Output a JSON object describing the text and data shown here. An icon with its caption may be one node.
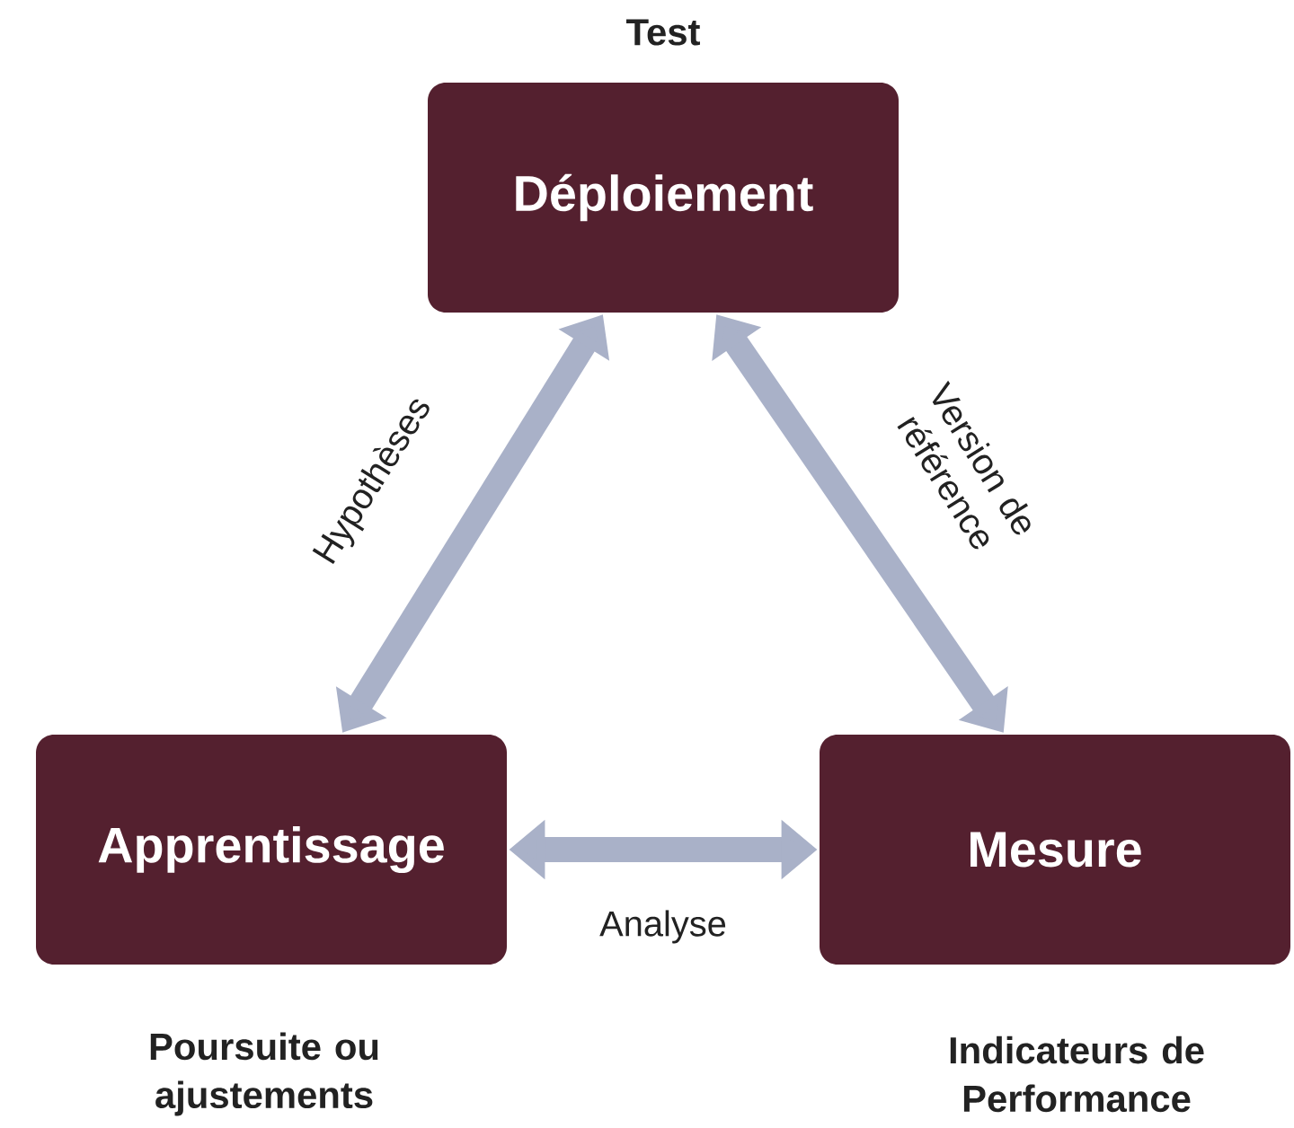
{
  "diagram": {
    "nodes": [
      {
        "text": [
          "Déploiement"
        ],
        "beside": [
          "Test"
        ]
      },
      {
        "text": [
          "Apprentissage"
        ],
        "beside": [
          "Poursuite ou ajustements"
        ]
      },
      {
        "text": [
          "Mesure"
        ],
        "beside": [
          "Indicateurs de Performance"
        ]
      }
    ],
    "edges": [
      {
        "from": 1,
        "to": 0,
        "arrow": "both",
        "label": "Hypothèses"
      },
      {
        "from": 0,
        "to": 2,
        "arrow": "both",
        "label": "Version de référence"
      },
      {
        "from": 1,
        "to": 2,
        "arrow": "both",
        "label": "Analyse"
      }
    ]
  }
}
